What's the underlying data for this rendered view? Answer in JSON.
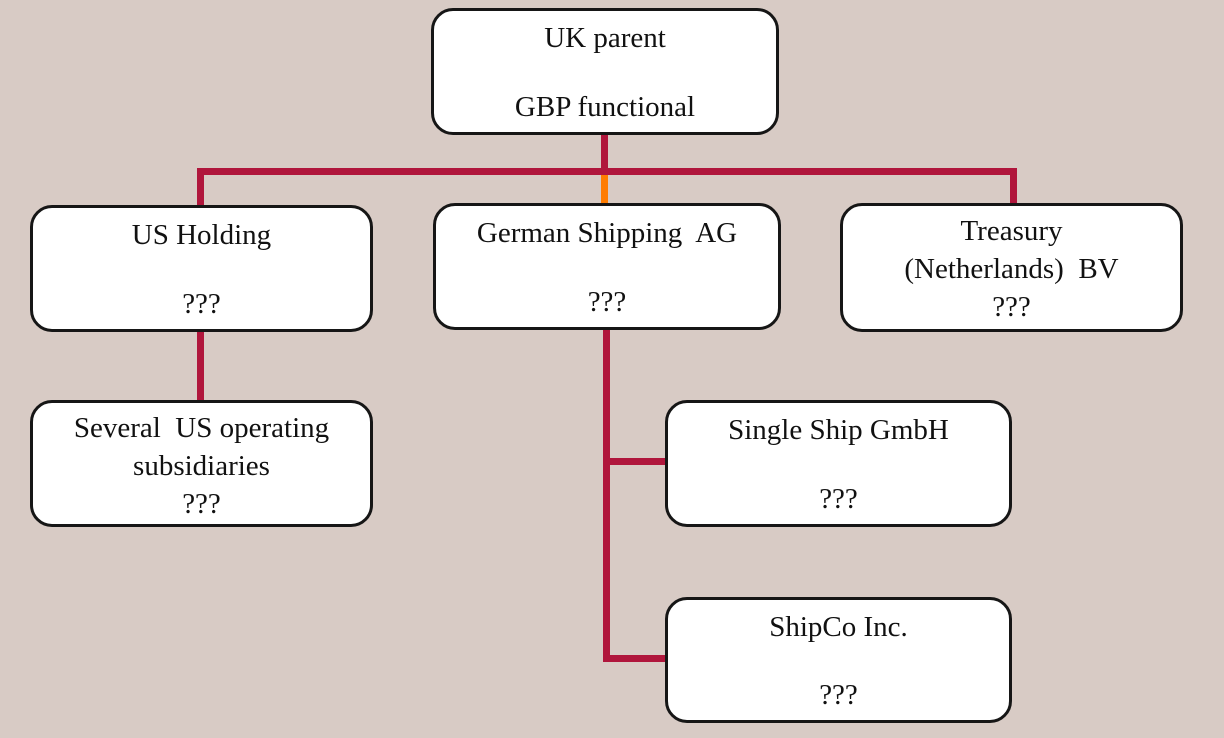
{
  "diagram": {
    "type": "org-chart",
    "colors": {
      "background": "#d8cbc5",
      "connector": "#b0163c",
      "connector_highlight": "#ff7c00",
      "box_fill": "#ffffff",
      "box_border": "#161616",
      "text": "#111111"
    },
    "nodes": {
      "uk_parent": {
        "lines": [
          "UK parent",
          "GBP functional"
        ]
      },
      "us_holding": {
        "lines": [
          "US Holding",
          "???"
        ]
      },
      "german_shipping": {
        "lines": [
          "German Shipping  AG",
          "???"
        ]
      },
      "treasury": {
        "lines": [
          "Treasury",
          "(Netherlands)  BV",
          "???"
        ]
      },
      "several_us": {
        "lines": [
          "Several  US operating",
          "subsidiaries",
          "???"
        ]
      },
      "single_ship": {
        "lines": [
          "Single Ship GmbH",
          "???"
        ]
      },
      "shipco": {
        "lines": [
          "ShipCo Inc.",
          "???"
        ]
      }
    },
    "edges": [
      {
        "from": "uk_parent",
        "to": "us_holding",
        "color": "crimson"
      },
      {
        "from": "uk_parent",
        "to": "german_shipping",
        "color": "crimson-then-orange"
      },
      {
        "from": "uk_parent",
        "to": "treasury",
        "color": "crimson"
      },
      {
        "from": "us_holding",
        "to": "several_us",
        "color": "crimson"
      },
      {
        "from": "german_shipping",
        "to": "single_ship",
        "color": "crimson"
      },
      {
        "from": "german_shipping",
        "to": "shipco",
        "color": "crimson"
      }
    ]
  }
}
